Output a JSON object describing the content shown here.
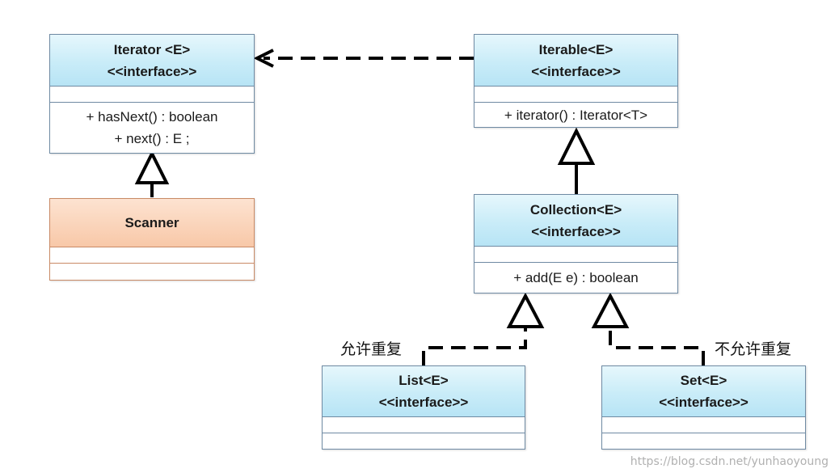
{
  "diagram": {
    "iterator": {
      "name": "Iterator <E>",
      "stereotype": "<<interface>>",
      "methods": [
        "+ hasNext() : boolean",
        "+ next() : E ;"
      ]
    },
    "iterable": {
      "name": "Iterable<E>",
      "stereotype": "<<interface>>",
      "methods": [
        "+ iterator() : Iterator<T>"
      ]
    },
    "scanner": {
      "name": "Scanner"
    },
    "collection": {
      "name": "Collection<E>",
      "stereotype": "<<interface>>",
      "methods": [
        "+ add(E e) : boolean"
      ]
    },
    "list": {
      "name": "List<E>",
      "stereotype": "<<interface>>"
    },
    "set": {
      "name": "Set<E>",
      "stereotype": "<<interface>>"
    },
    "notes": {
      "list_note": "允许重复",
      "set_note": "不允许重复"
    }
  },
  "watermark": "https://blog.csdn.net/yunhaoyoung",
  "colors": {
    "interface_header": "#c9ecf8",
    "class_header": "#f8c8a8",
    "border": "#6f8aa3",
    "connector": "#000000"
  }
}
